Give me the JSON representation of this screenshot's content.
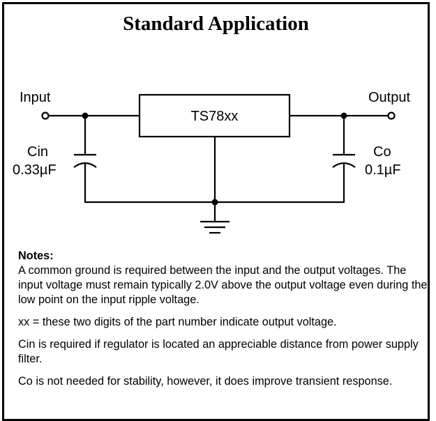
{
  "title": "Standard Application",
  "labels": {
    "input": "Input",
    "output": "Output",
    "regulator": "TS78xx",
    "cin_name": "Cin",
    "cin_value": "0.33µF",
    "co_name": "Co",
    "co_value": "0.1µF"
  },
  "notes": {
    "heading": "Notes:",
    "lines": [
      "A common ground is required between the input and the output voltages. The input voltage must remain typically 2.0V above the output voltage even during the low point on the input ripple voltage.",
      "xx = these two digits of the part number indicate output voltage.",
      "Cin is required if regulator is located an appreciable distance from power supply filter.",
      "Co is not needed for stability, however, it does improve transient response."
    ]
  }
}
